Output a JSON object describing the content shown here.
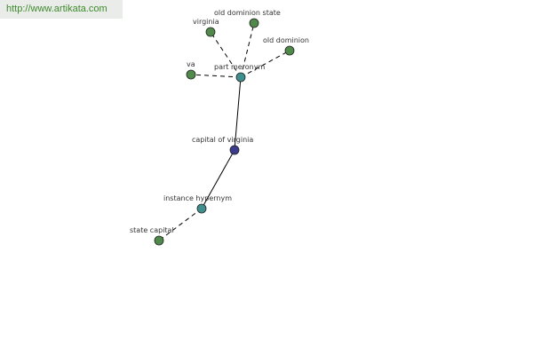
{
  "site": {
    "url": "http://www.artikata.com"
  },
  "graph": {
    "colors": {
      "leaf": "#4f8a4a",
      "relation": "#3f8f8f",
      "center": "#3c3c8c",
      "edge": "#000000"
    },
    "nodes": [
      {
        "id": "capital-of-virginia",
        "label": "capital of virginia",
        "kind": "center"
      },
      {
        "id": "part-meronym",
        "label": "part meronym",
        "kind": "relation"
      },
      {
        "id": "instance-hypernym",
        "label": "instance hypernym",
        "kind": "relation"
      },
      {
        "id": "virginia",
        "label": "virginia",
        "kind": "leaf"
      },
      {
        "id": "old-dominion-state",
        "label": "old dominion state",
        "kind": "leaf"
      },
      {
        "id": "old-dominion",
        "label": "old dominion",
        "kind": "leaf"
      },
      {
        "id": "va",
        "label": "va",
        "kind": "leaf"
      },
      {
        "id": "state-capital",
        "label": "state capital",
        "kind": "leaf"
      }
    ],
    "edges": [
      {
        "from": "capital-of-virginia",
        "to": "part-meronym",
        "style": "solid"
      },
      {
        "from": "capital-of-virginia",
        "to": "instance-hypernym",
        "style": "solid"
      },
      {
        "from": "part-meronym",
        "to": "virginia",
        "style": "dashed"
      },
      {
        "from": "part-meronym",
        "to": "old-dominion-state",
        "style": "dashed"
      },
      {
        "from": "part-meronym",
        "to": "old-dominion",
        "style": "dashed"
      },
      {
        "from": "part-meronym",
        "to": "va",
        "style": "dashed"
      },
      {
        "from": "instance-hypernym",
        "to": "state-capital",
        "style": "dashed"
      }
    ]
  }
}
